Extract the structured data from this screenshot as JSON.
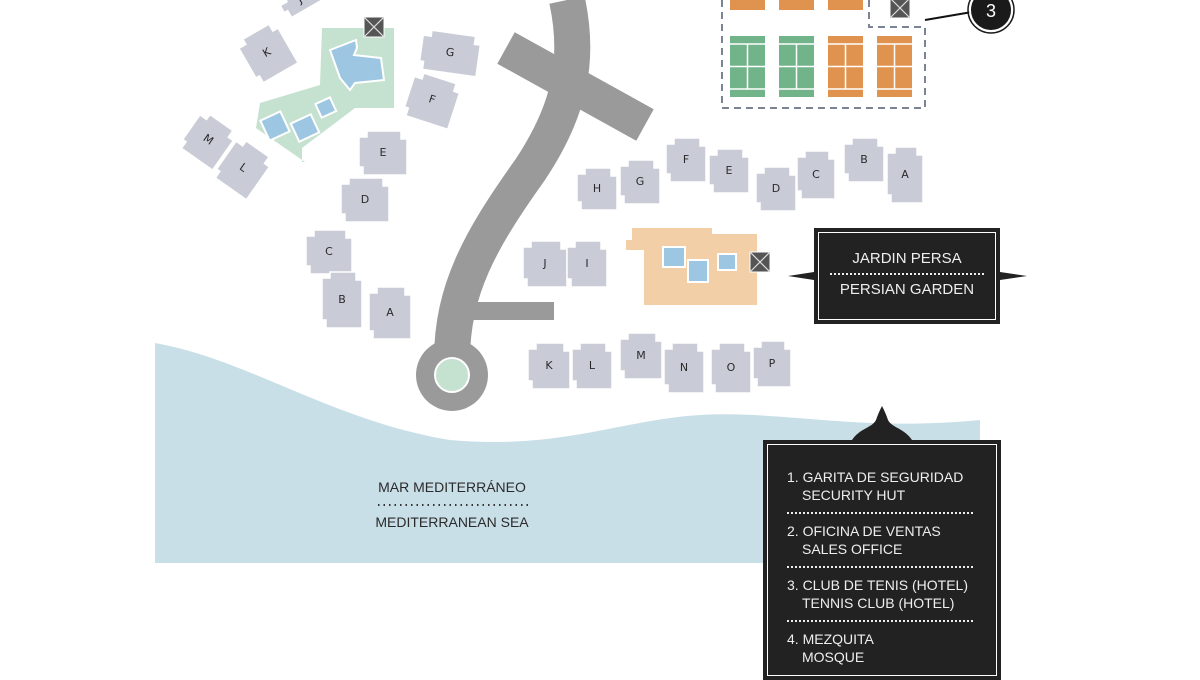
{
  "map": {
    "left_cluster": [
      "J",
      "K",
      "M",
      "L",
      "G",
      "F",
      "E",
      "D",
      "C",
      "B",
      "A"
    ],
    "right_upper_row": [
      "H",
      "G",
      "F",
      "E",
      "D",
      "C",
      "B",
      "A"
    ],
    "right_middle": [
      "J",
      "I"
    ],
    "right_lower_row": [
      "K",
      "L",
      "M",
      "N",
      "O",
      "P"
    ],
    "tennis_marker": "3",
    "sea": {
      "es": "MAR MEDITERRÁNEO",
      "en": "MEDITERRANEAN SEA"
    },
    "persian_garden": {
      "es": "JARDIN PERSA",
      "en": "PERSIAN GARDEN"
    },
    "colors": {
      "building": "#c9ccd6",
      "road": "#9a9a9a",
      "sea": "#c9dfe8",
      "garden": "#c5e1cf",
      "pool": "#9dc6e3",
      "persian": "#f2cfa6",
      "court_green": "#72b48a",
      "court_orange": "#e0924f",
      "panel": "#222222"
    }
  },
  "legend": {
    "items": [
      {
        "es": "1. GARITA DE SEGURIDAD",
        "en": "SECURITY HUT"
      },
      {
        "es": "2. OFICINA DE VENTAS",
        "en": "SALES OFFICE"
      },
      {
        "es": "3. CLUB DE TENIS (HOTEL)",
        "en": "TENNIS CLUB (HOTEL)"
      },
      {
        "es": "4. MEZQUITA",
        "en": "MOSQUE"
      }
    ]
  }
}
